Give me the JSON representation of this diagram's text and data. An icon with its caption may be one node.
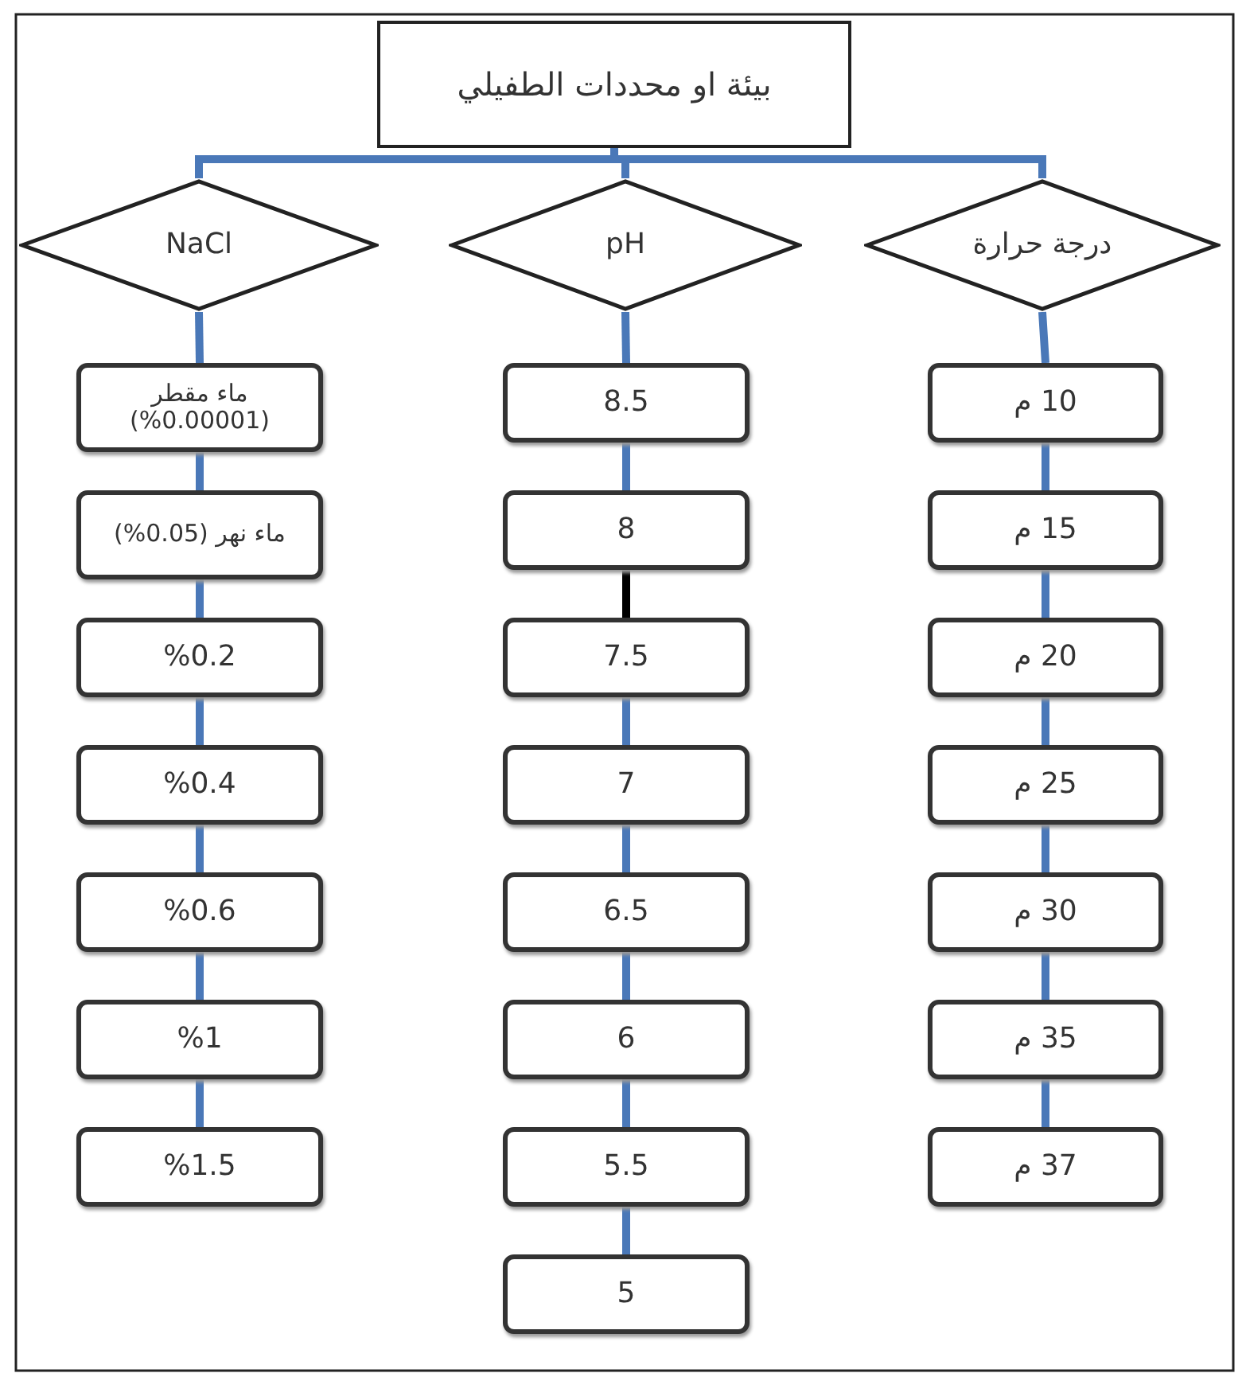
{
  "diagram": {
    "nodes": [
      {
        "text": [
          "بيئة او محددات الطفيلي"
        ]
      },
      {
        "text": [
          "NaCl"
        ]
      },
      {
        "text": [
          "pH"
        ]
      },
      {
        "text": [
          "درجة حرارة"
        ]
      },
      {
        "text": [
          "ماء مقطر (0.00001%)"
        ]
      },
      {
        "text": [
          "ماء نهر (0.05%)"
        ]
      },
      {
        "text": [
          "%0.2"
        ]
      },
      {
        "text": [
          "%0.4"
        ]
      },
      {
        "text": [
          "%0.6"
        ]
      },
      {
        "text": [
          "%1"
        ]
      },
      {
        "text": [
          "%1.5"
        ]
      },
      {
        "text": [
          "8.5"
        ]
      },
      {
        "text": [
          "8"
        ]
      },
      {
        "text": [
          "7.5"
        ]
      },
      {
        "text": [
          "7"
        ]
      },
      {
        "text": [
          "6.5"
        ]
      },
      {
        "text": [
          "6"
        ]
      },
      {
        "text": [
          "5.5"
        ]
      },
      {
        "text": [
          "5"
        ]
      },
      {
        "text": [
          "10 م"
        ]
      },
      {
        "text": [
          "15 م"
        ]
      },
      {
        "text": [
          "20 م"
        ]
      },
      {
        "text": [
          "25 م"
        ]
      },
      {
        "text": [
          "30 م"
        ]
      },
      {
        "text": [
          "35 م"
        ]
      },
      {
        "text": [
          "37 م"
        ]
      }
    ],
    "edges": [
      {
        "from": 0,
        "to": 1,
        "arrow": "none"
      },
      {
        "from": 0,
        "to": 2,
        "arrow": "none"
      },
      {
        "from": 0,
        "to": 3,
        "arrow": "none"
      },
      {
        "from": 1,
        "to": 4,
        "arrow": "none"
      },
      {
        "from": 4,
        "to": 5,
        "arrow": "none"
      },
      {
        "from": 5,
        "to": 6,
        "arrow": "none"
      },
      {
        "from": 6,
        "to": 7,
        "arrow": "none"
      },
      {
        "from": 7,
        "to": 8,
        "arrow": "none"
      },
      {
        "from": 8,
        "to": 9,
        "arrow": "none"
      },
      {
        "from": 9,
        "to": 10,
        "arrow": "none"
      },
      {
        "from": 2,
        "to": 11,
        "arrow": "none"
      },
      {
        "from": 11,
        "to": 12,
        "arrow": "none"
      },
      {
        "from": 12,
        "to": 13,
        "arrow": "none",
        "color": "#000000"
      },
      {
        "from": 13,
        "to": 14,
        "arrow": "none"
      },
      {
        "from": 14,
        "to": 15,
        "arrow": "none"
      },
      {
        "from": 15,
        "to": 16,
        "arrow": "none"
      },
      {
        "from": 16,
        "to": 17,
        "arrow": "none"
      },
      {
        "from": 17,
        "to": 18,
        "arrow": "none"
      },
      {
        "from": 3,
        "to": 19,
        "arrow": "none"
      },
      {
        "from": 19,
        "to": 20,
        "arrow": "none"
      },
      {
        "from": 20,
        "to": 21,
        "arrow": "none"
      },
      {
        "from": 21,
        "to": 22,
        "arrow": "none"
      },
      {
        "from": 22,
        "to": 23,
        "arrow": "none"
      },
      {
        "from": 23,
        "to": 24,
        "arrow": "none"
      },
      {
        "from": 24,
        "to": 25,
        "arrow": "none"
      }
    ]
  }
}
